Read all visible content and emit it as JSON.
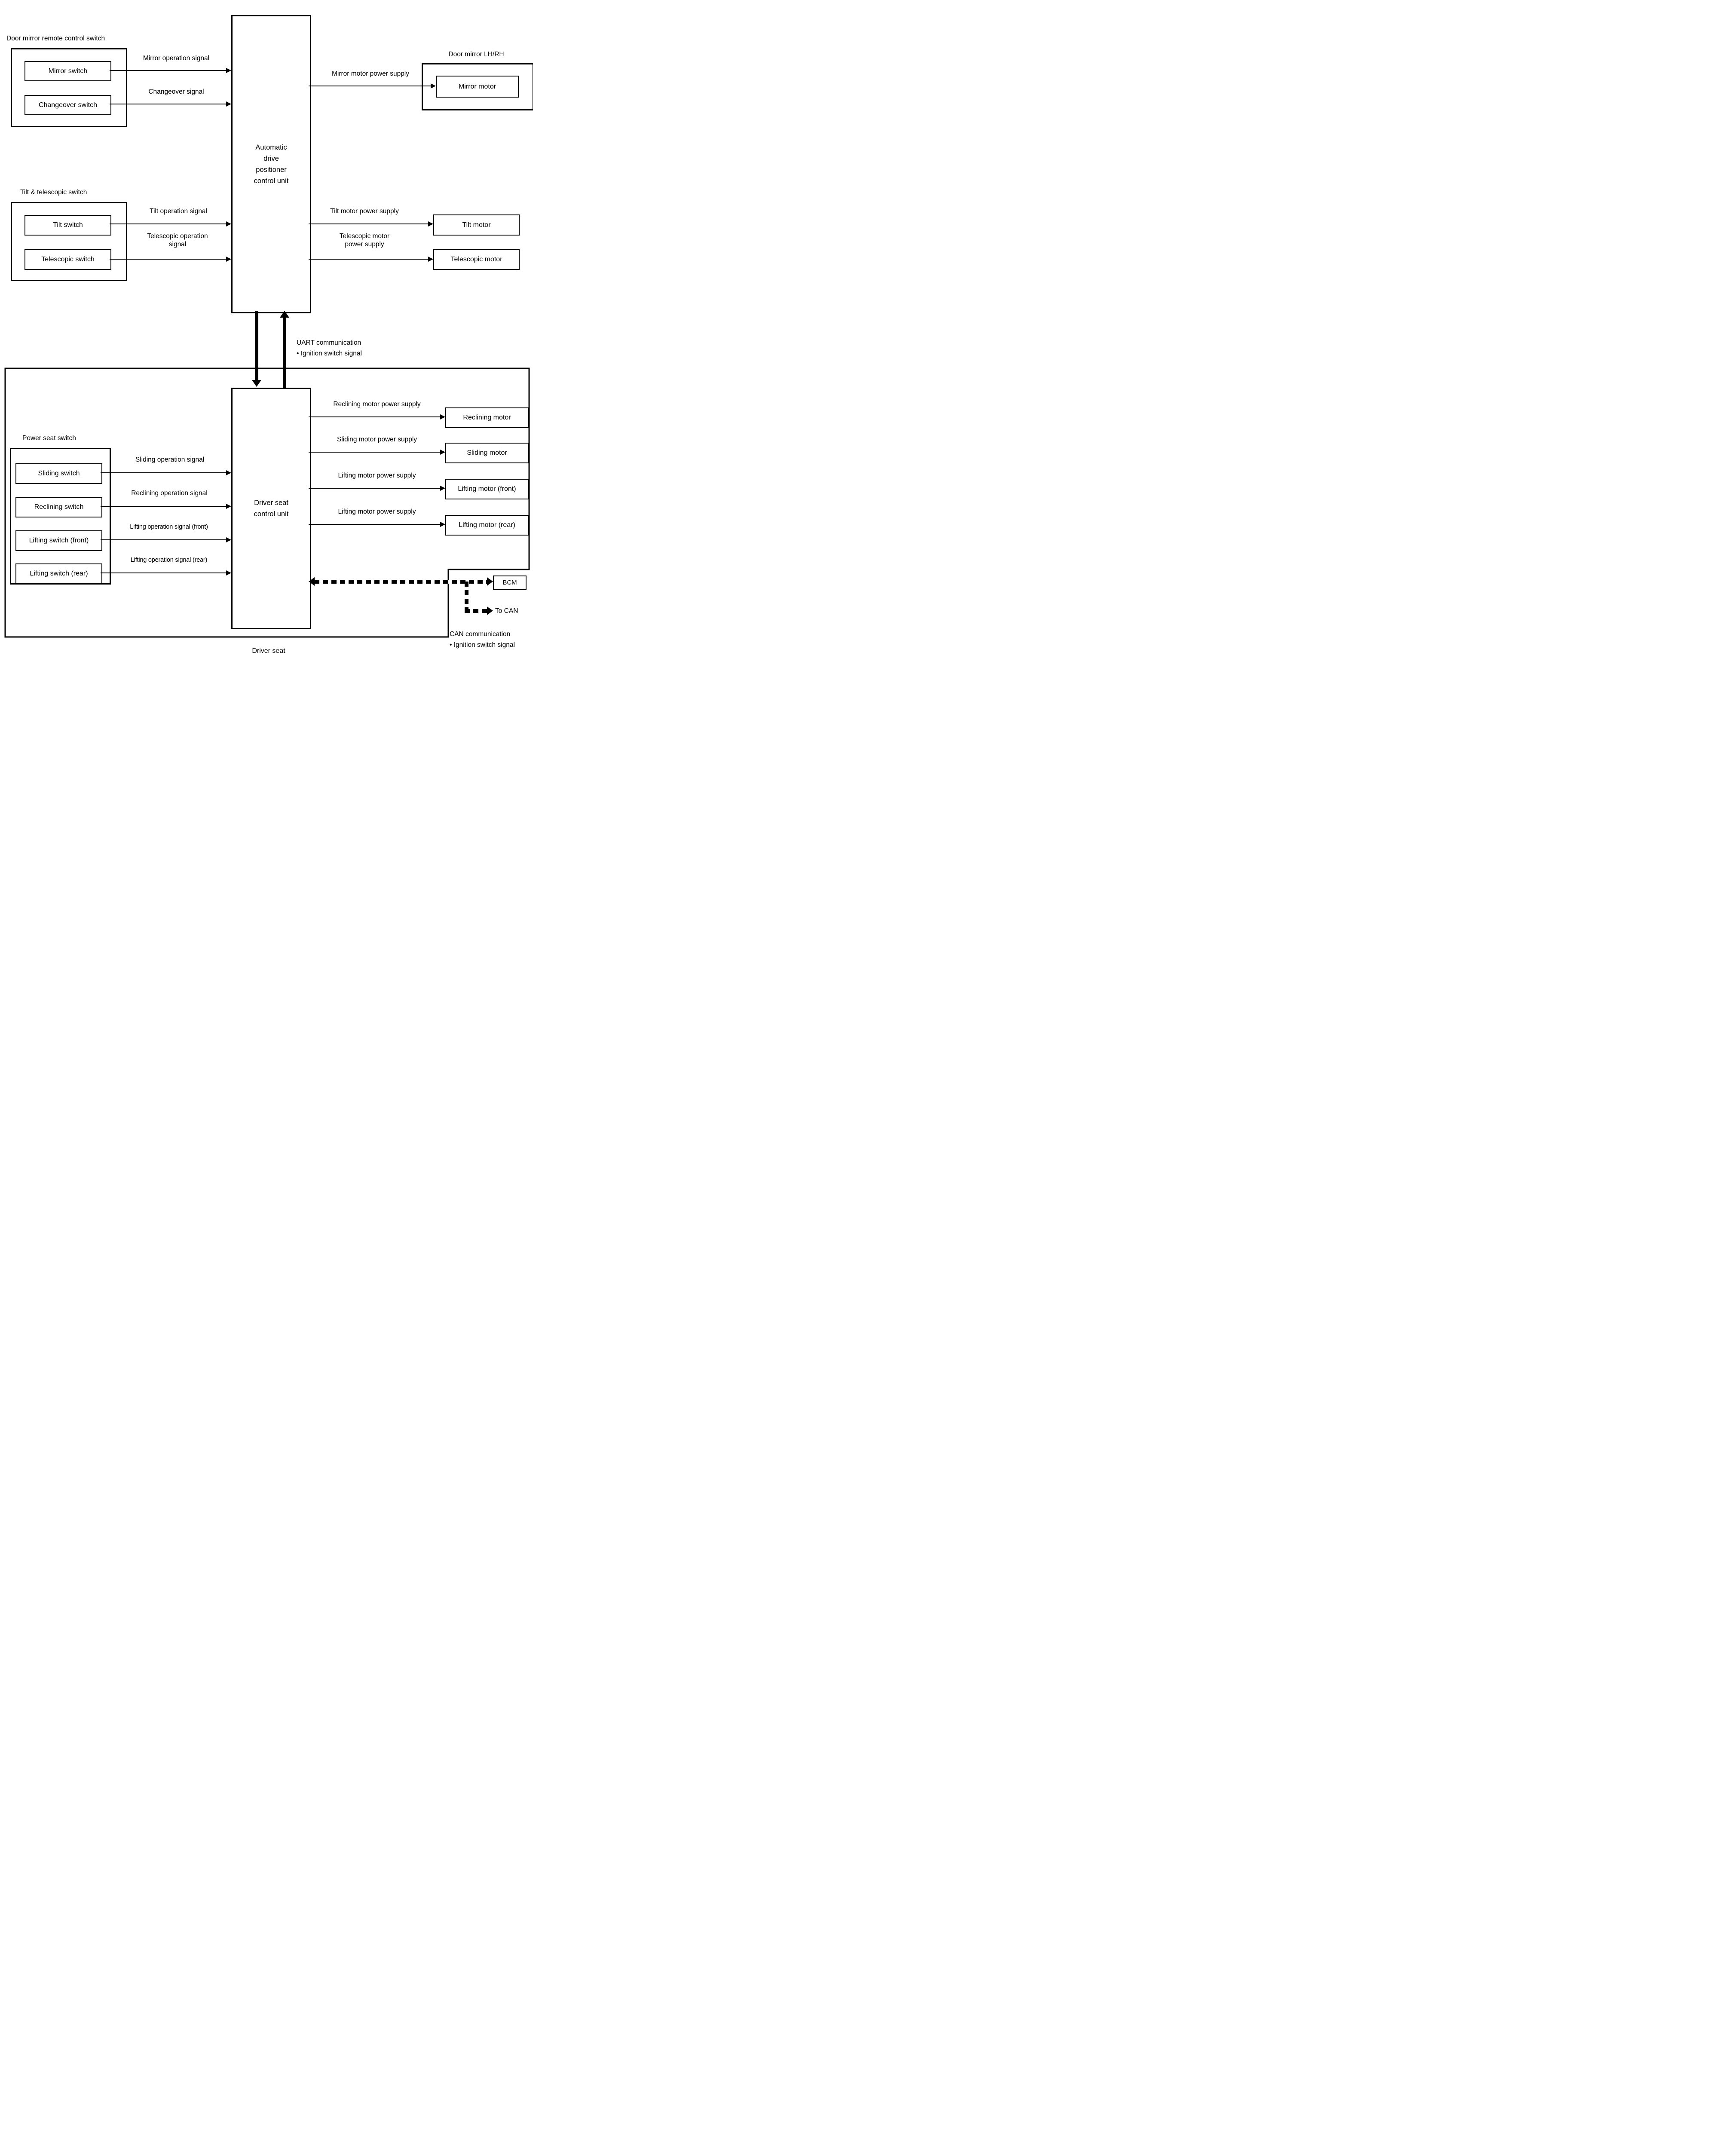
{
  "colors": {
    "ink": "#000000",
    "background": "#ffffff"
  },
  "door_mirror_remote_group": {
    "title": "Door mirror remote control switch",
    "mirror_switch": "Mirror switch",
    "changeover_switch": "Changeover switch"
  },
  "signals_top": {
    "mirror_operation": "Mirror operation signal",
    "changeover": "Changeover signal",
    "mirror_motor_power": "Mirror motor power supply"
  },
  "door_mirror_group": {
    "title": "Door mirror LH/RH",
    "mirror_motor": "Mirror motor"
  },
  "central_unit": {
    "lines": [
      "Automatic",
      "drive",
      "positioner",
      "control unit"
    ]
  },
  "tilt_group": {
    "title": "Tilt & telescopic switch",
    "tilt_switch": "Tilt switch",
    "telescopic_switch": "Telescopic switch"
  },
  "signals_tilt": {
    "tilt_operation": "Tilt operation signal",
    "telescopic_operation": "Telescopic operation signal",
    "tilt_motor_power": "Tilt motor power supply",
    "telescopic_motor_power": "Telescopic motor power supply"
  },
  "motors_top": {
    "tilt_motor": "Tilt motor",
    "telescopic_motor": "Telescopic motor"
  },
  "uart": {
    "comm": "UART communication",
    "signal": "• Ignition switch signal"
  },
  "driver_seat": {
    "caption": "Driver seat",
    "control_unit_lines": [
      "Driver seat",
      "control unit"
    ],
    "power_seat_group": {
      "title": "Power seat switch",
      "sliding": "Sliding switch",
      "reclining": "Reclining switch",
      "lifting_front": "Lifting switch (front)",
      "lifting_rear": "Lifting switch (rear)"
    },
    "signals": {
      "sliding": "Sliding operation signal",
      "reclining": "Reclining operation signal",
      "lifting_front": "Lifting operation signal (front)",
      "lifting_rear": "Lifting operation signal (rear)",
      "reclining_power": "Reclining motor power supply",
      "sliding_power": "Sliding motor power supply",
      "lifting_front_power": "Lifting motor power supply",
      "lifting_rear_power": "Lifting motor power supply"
    },
    "motors": {
      "reclining": "Reclining motor",
      "sliding": "Sliding motor",
      "lifting_front": "Lifting motor (front)",
      "lifting_rear": "Lifting motor (rear)"
    }
  },
  "can": {
    "bcm": "BCM",
    "to_can": "To CAN",
    "comm": "CAN communication",
    "signal": "• Ignition switch signal"
  }
}
